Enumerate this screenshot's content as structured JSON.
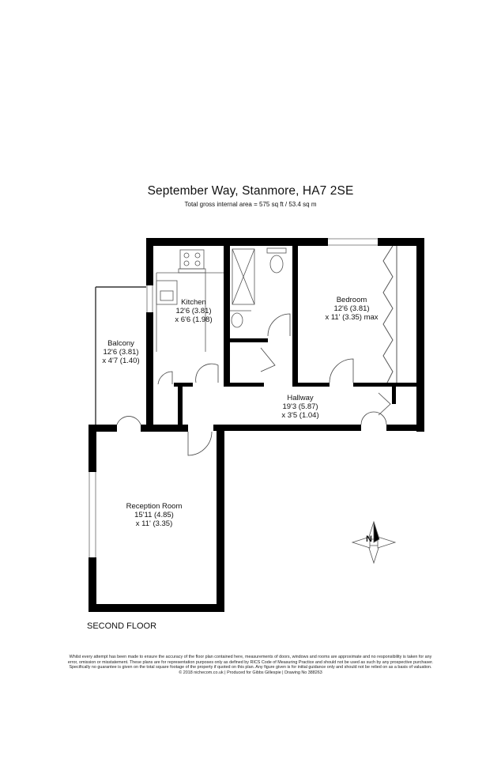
{
  "header": {
    "title": "September Way, Stanmore, HA7 2SE",
    "area": "Total gross internal area = 575 sq ft / 53.4 sq m"
  },
  "rooms": {
    "kitchen": {
      "name": "Kitchen",
      "dim1": "12'6 (3.81)",
      "dim2": "x 6'6 (1.98)"
    },
    "bedroom": {
      "name": "Bedroom",
      "dim1": "12'6 (3.81)",
      "dim2": "x 11' (3.35) max"
    },
    "balcony": {
      "name": "Balcony",
      "dim1": "12'6 (3.81)",
      "dim2": "x 4'7 (1.40)"
    },
    "hallway": {
      "name": "Hallway",
      "dim1": "19'3 (5.87)",
      "dim2": "x 3'5 (1.04)"
    },
    "reception": {
      "name": "Reception Room",
      "dim1": "15'11 (4.85)",
      "dim2": "x 11' (3.35)"
    }
  },
  "compass": {
    "label": "N"
  },
  "floor": {
    "label": "SECOND FLOOR"
  },
  "footer": {
    "line1": "Whilst every attempt has been made to ensure the accuracy of the floor plan contained here, measurements of doors, windows and rooms are approximate and no responsibility is taken for any",
    "line2": "error, omission or misstatement. These plans are for representation purposes only as defined by RICS Code of Measuring Practice and should not be used as such by any prospective purchaser.",
    "line3": "Specifically no guarantee is given on the total square footage of the property if quoted on this plan. Any figure given is for initial guidance only and should not be relied on as a basis of valuation.",
    "line4": "© 2018 nichecom.co.uk  |  Produced for Gibbs Gillespie  |  Drawing No 388263"
  }
}
